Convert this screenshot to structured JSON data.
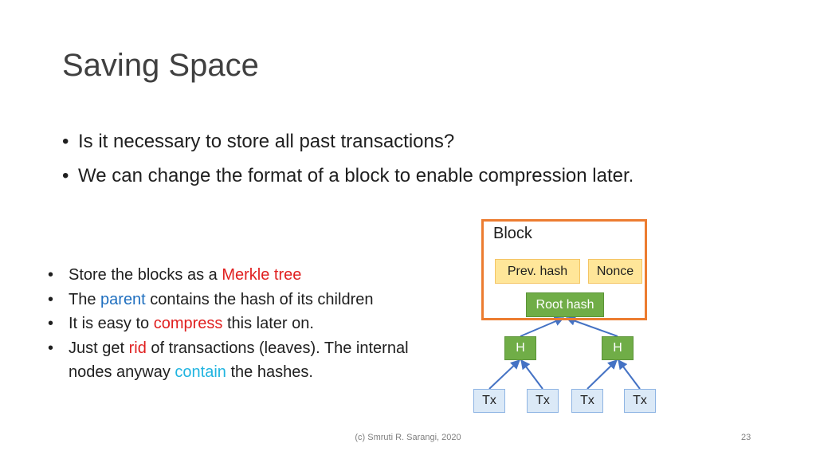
{
  "slide": {
    "title": "Saving Space",
    "top_bullets": [
      "Is it necessary to store all past transactions?",
      "We can change the format of a block to enable compression later."
    ],
    "left_bullets": {
      "b1": {
        "t1": "Store the blocks as a ",
        "h1": "Merkle tree"
      },
      "b2": {
        "t1": "The ",
        "h1": "parent",
        "t2": " contains the hash of its children"
      },
      "b3": {
        "t1": "It is easy to ",
        "h1": "compress",
        "t2": " this later on."
      },
      "b4": {
        "t1": "Just get ",
        "h1": "rid",
        "t2": " of transactions (leaves). The internal nodes anyway ",
        "h2": "contain",
        "t3": " the hashes."
      }
    },
    "footer": "(c) Smruti R. Sarangi, 2020",
    "page_number": "23"
  },
  "diagram": {
    "block_label": "Block",
    "prev_hash": "Prev. hash",
    "nonce": "Nonce",
    "root_hash": "Root hash",
    "hash_nodes": [
      "H",
      "H"
    ],
    "tx_nodes": [
      "Tx",
      "Tx",
      "Tx",
      "Tx"
    ]
  }
}
